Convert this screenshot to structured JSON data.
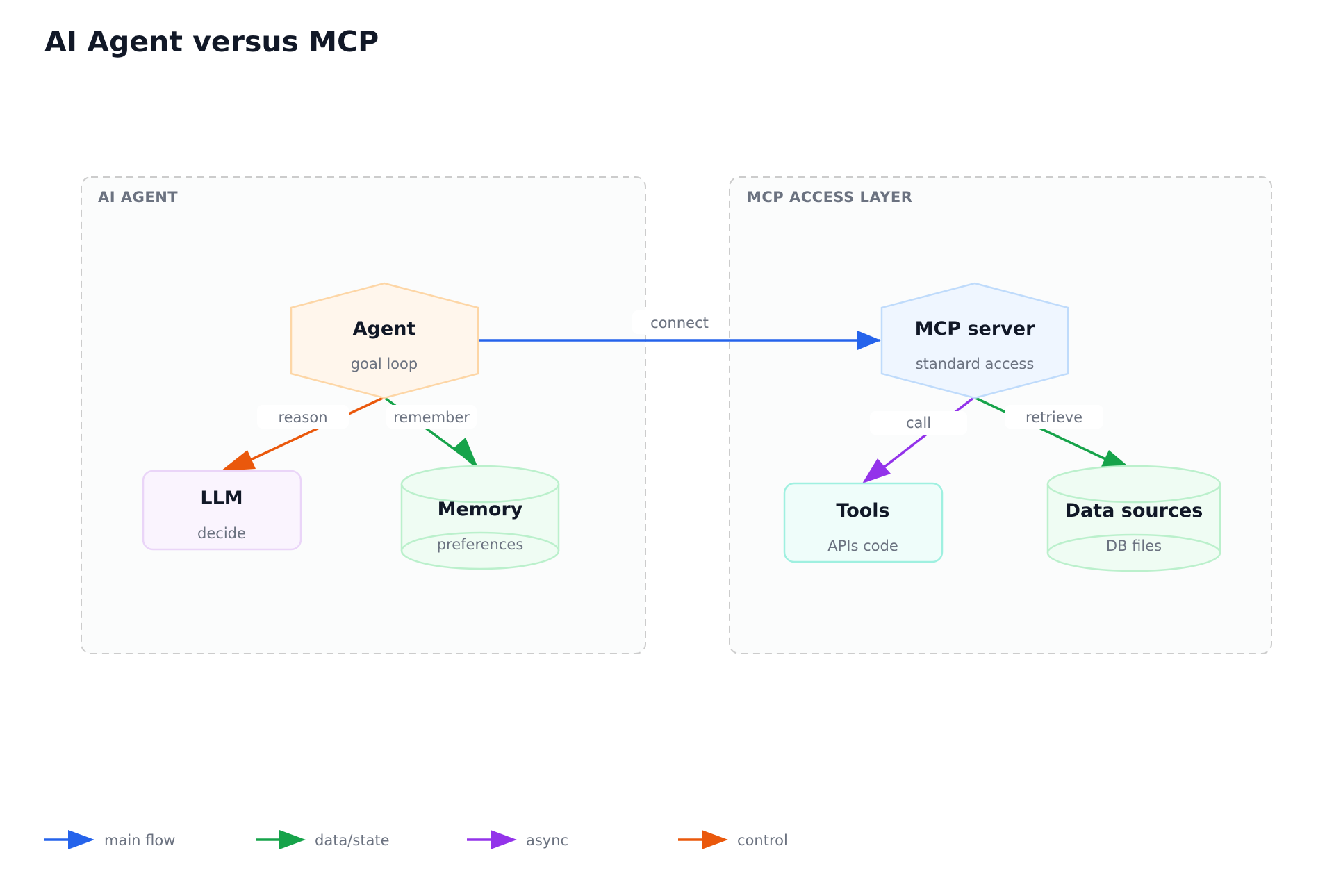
{
  "title": "AI Agent versus MCP",
  "colors": {
    "main_flow": "#2563eb",
    "data_state": "#16a34a",
    "async": "#9333ea",
    "control": "#ea580c"
  },
  "groups": {
    "agent": {
      "label": "AI AGENT"
    },
    "mcp": {
      "label": "MCP ACCESS LAYER"
    }
  },
  "nodes": {
    "agent": {
      "title": "Agent",
      "subtitle": "goal loop"
    },
    "llm": {
      "title": "LLM",
      "subtitle": "decide"
    },
    "memory": {
      "title": "Memory",
      "subtitle": "preferences"
    },
    "mcp_server": {
      "title": "MCP server",
      "subtitle": "standard access"
    },
    "tools": {
      "title": "Tools",
      "subtitle": "APIs code"
    },
    "data_sources": {
      "title": "Data sources",
      "subtitle": "DB files"
    }
  },
  "edges": {
    "connect": {
      "label": "connect",
      "from": "Agent",
      "to": "MCP server",
      "kind": "main flow"
    },
    "reason": {
      "label": "reason",
      "from": "Agent",
      "to": "LLM",
      "kind": "control"
    },
    "remember": {
      "label": "remember",
      "from": "Agent",
      "to": "Memory",
      "kind": "data/state"
    },
    "call": {
      "label": "call",
      "from": "MCP server",
      "to": "Tools",
      "kind": "async"
    },
    "retrieve": {
      "label": "retrieve",
      "from": "MCP server",
      "to": "Data sources",
      "kind": "data/state"
    }
  },
  "legend": [
    {
      "label": "main flow"
    },
    {
      "label": "data/state"
    },
    {
      "label": "async"
    },
    {
      "label": "control"
    }
  ]
}
